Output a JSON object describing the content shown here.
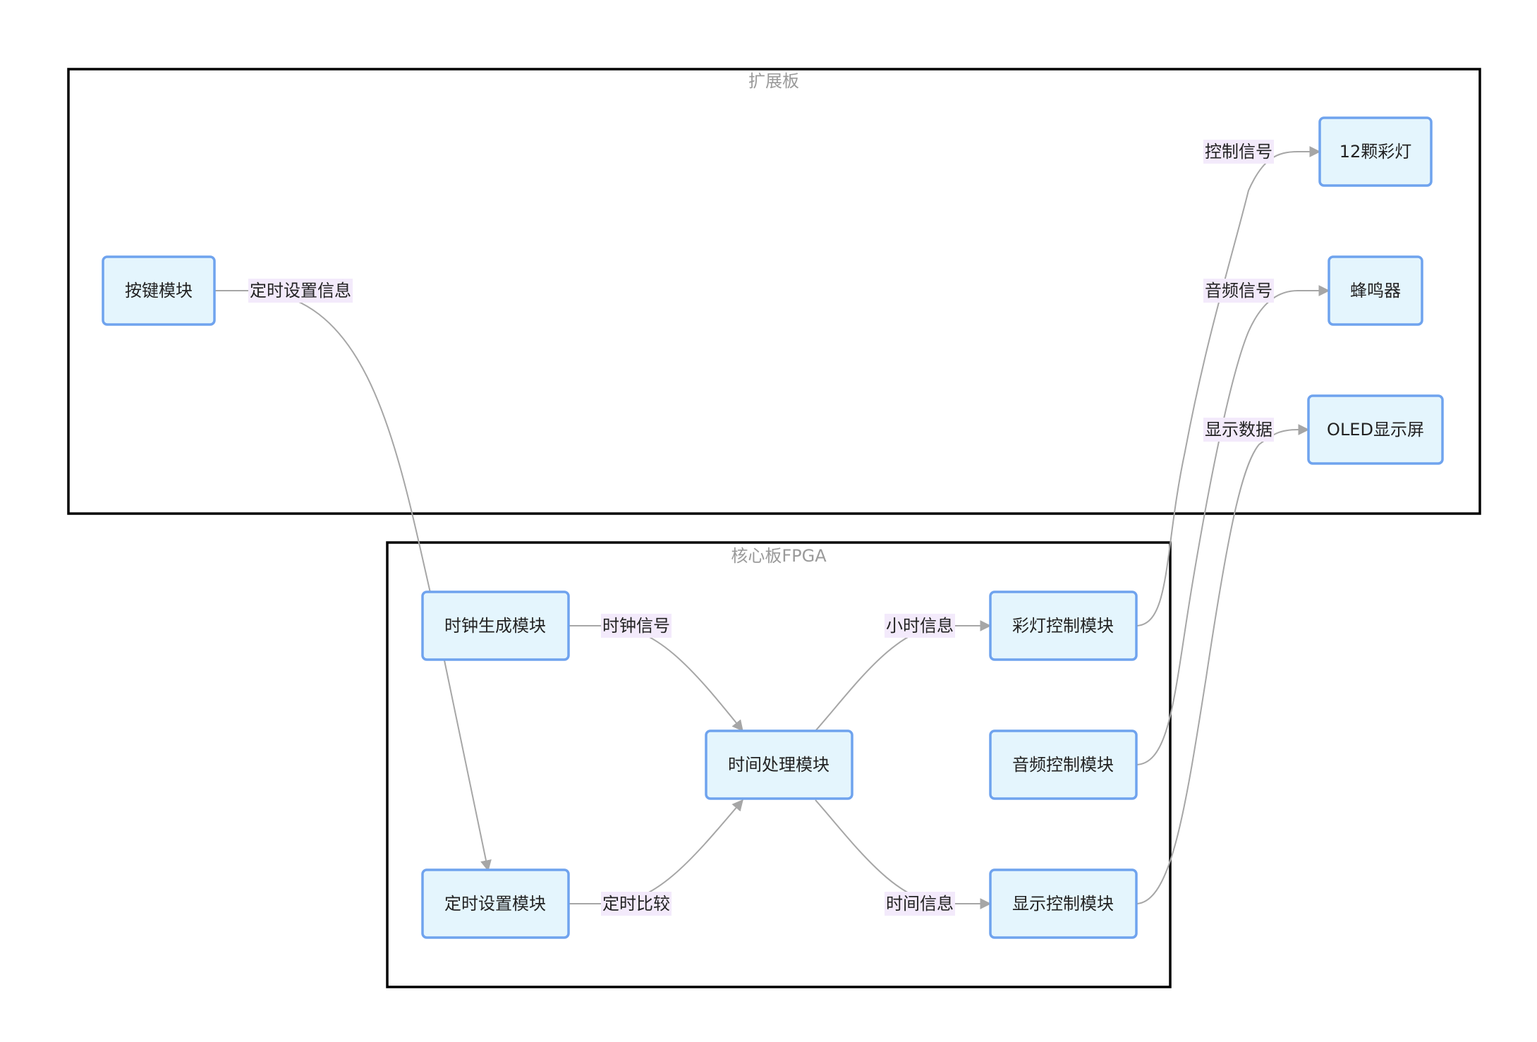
{
  "clusters": {
    "expansion_board": {
      "label": "扩展板"
    },
    "core_board": {
      "label": "核心板FPGA"
    }
  },
  "nodes": {
    "key_module": "按键模块",
    "led12": "12颗彩灯",
    "buzzer": "蜂鸣器",
    "oled": "OLED显示屏",
    "clock_gen": "时钟生成模块",
    "timer_set": "定时设置模块",
    "time_proc": "时间处理模块",
    "led_ctrl": "彩灯控制模块",
    "audio_ctrl": "音频控制模块",
    "display_ctrl": "显示控制模块"
  },
  "edges": {
    "key_to_timer": "定时设置信息",
    "clock_to_proc": "时钟信号",
    "timer_to_proc": "定时比较",
    "proc_to_led": "小时信息",
    "proc_to_display": "时间信息",
    "ledctrl_to_led": "控制信号",
    "audio_to_buzzer": "音频信号",
    "display_to_oled": "显示数据"
  },
  "colors": {
    "node_fill": "#e4f5fd",
    "node_border": "#6fa3ee",
    "edge_line": "#a6a6a6",
    "edge_label_bg": "#f3eafb",
    "cluster_border": "#000000",
    "cluster_label": "#9a9a9a"
  }
}
